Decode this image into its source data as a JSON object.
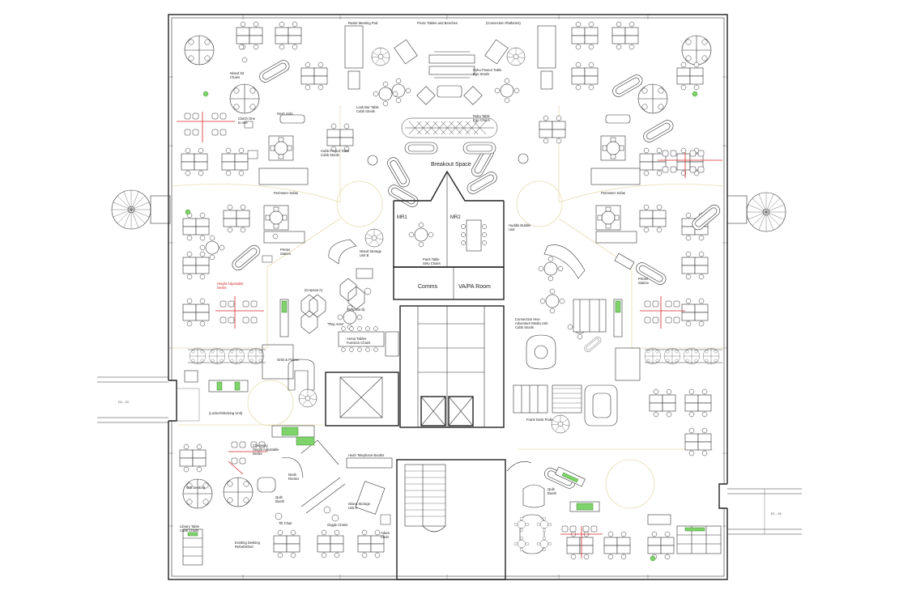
{
  "labels": {
    "rustic_meeting_pod": "Rustic Meeting Pod",
    "picnic_tables": "Picnic Tables and Benches",
    "connection_platforms": "(Connection Platforms)",
    "roku_poseur": "Roku Poseur Table\nEgo Stools",
    "roku_table": "Roku Table\nEgo Chairs",
    "look_bar": "Look Bar Table\nCubb Stools",
    "island_sit": "Island Sit\nChairs",
    "nosh_sofa": "Nosh Sofa",
    "clutch_one": "Clutch One\nto one",
    "cubb_project": "Cubb Project Table\nCubb Stools",
    "perimeter_sofas_l": "Perimeter Sofas",
    "perimeter_sofas_r": "Perimeter Sofas",
    "breakout_space": "Breakout Space",
    "mr1": "MR1",
    "mr2": "MR2",
    "comms": "Comms",
    "vapa": "VA/PA Room",
    "huddle_bubble": "Huddle Bubble\nUnit",
    "paris_table": "Paris Table\nSetu Chairs",
    "printer_station_l": "Printer\nStation",
    "printer_station_r": "Printer\nStation",
    "island_storage_b": "Island Storage\nUnit B",
    "height_adjustable": "Height Adjustable\nDesks",
    "cropsoo_a": "(Cropsoo A)",
    "cropsoo_b": "(Cropsoo B)",
    "play_area": "\"Play Area\"",
    "arena_tables": "Arena Tables\nFunction Chairs",
    "connection_hive": "Connection Hive\nAdventure Media Unit\nCubb Stools",
    "orbit": "Orbit & Poteen",
    "locker": "(Locker/Shelving Unit)",
    "chemistry": "Chemistry\nHeight Adjustable\nDesks",
    "hush_booths": "Hush Telephone Booths",
    "frank_desk": "Frank Desk Pods",
    "orb_desking": "Orb Desking",
    "quilt_booth_l": "Quilt\nBooth",
    "quilt_booth_r": "Quilt\nBooth",
    "noah_rocker": "Noah\nRocker",
    "island_storage_a": "Island Storage\nUnit A",
    "library_table": "Library Table\nCubb Chairs",
    "tilt_chair": "Tilt Chair",
    "giggle_chairs": "Giggle Chairs",
    "adam_chair": "Adam\nChair",
    "existing_desking": "Existing Desking\nRefurbished",
    "d1_01": "D1 - 01",
    "e1_01": "E1 - 01"
  },
  "colors": {
    "accent_green": "#7fd36b",
    "accent_red": "#d62828",
    "zone_cream": "#e8dcb0",
    "line": "#222222"
  },
  "icons": [
    "spiral-stair-icon",
    "plant-icon",
    "round-table-icon",
    "desk-cluster-icon",
    "stair-icon"
  ]
}
